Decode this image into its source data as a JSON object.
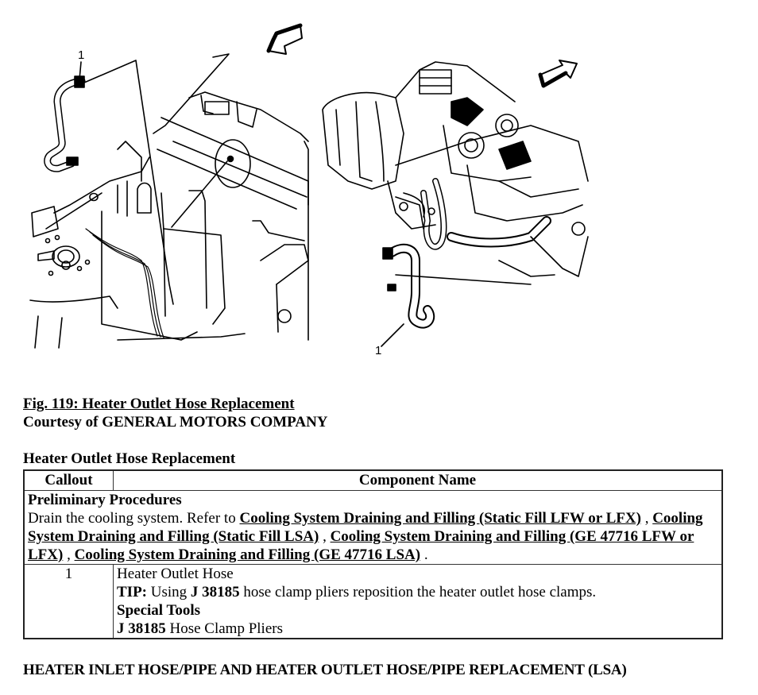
{
  "figure": {
    "left_panel": {
      "callout_label": "1",
      "direction_arrow": "arrow-left-forward-icon"
    },
    "right_panel": {
      "callout_label": "1",
      "direction_arrow": "arrow-right-forward-icon"
    }
  },
  "caption": {
    "fig_title": "Fig. 119: Heater Outlet Hose Replacement",
    "courtesy": "Courtesy of GENERAL MOTORS COMPANY"
  },
  "table": {
    "title": "Heater Outlet Hose Replacement",
    "headers": [
      "Callout",
      "Component Name"
    ],
    "preliminary": {
      "heading": "Preliminary Procedures",
      "intro": "Drain the cooling system. Refer to ",
      "links": [
        "Cooling System Draining and Filling (Static Fill LFW or LFX)",
        "Cooling System Draining and Filling (Static Fill LSA)",
        "Cooling System Draining and Filling (GE 47716 LFW or LFX)",
        "Cooling System Draining and Filling (GE 47716 LSA)"
      ],
      "separator": " , ",
      "end": " ."
    },
    "rows": [
      {
        "callout": "1",
        "component": "Heater Outlet Hose",
        "tip_label": "TIP:",
        "tip_pre": " Using ",
        "tip_tool": "J 38185",
        "tip_post": " hose clamp pliers reposition the heater outlet hose clamps.",
        "special_tools_label": "Special Tools",
        "tool_number": "J 38185",
        "tool_name": " Hose Clamp Pliers"
      }
    ]
  },
  "next_section": {
    "heading": "HEATER INLET HOSE/PIPE AND HEATER OUTLET HOSE/PIPE REPLACEMENT (LSA)"
  }
}
